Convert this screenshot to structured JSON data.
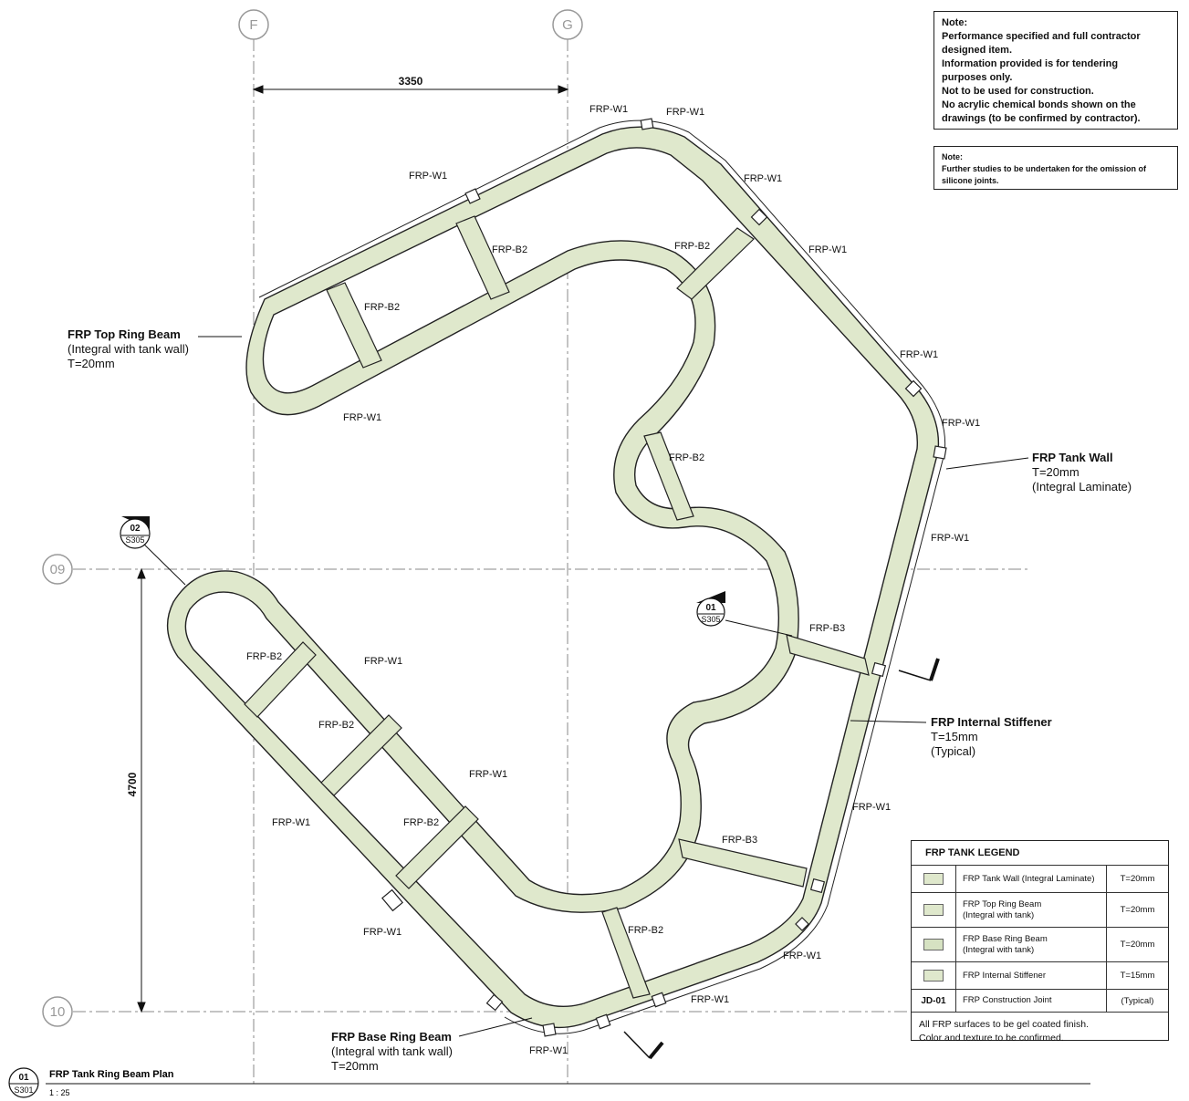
{
  "grid": {
    "col_f": "F",
    "col_g": "G",
    "row_09": "09",
    "row_10": "10"
  },
  "dimensions": {
    "horizontal": "3350",
    "vertical": "4700"
  },
  "notes": {
    "note1": [
      "Note:",
      "Performance specified and full contractor",
      "designed item.",
      "Information provided is for tendering",
      "purposes only.",
      "Not to be used for construction.",
      "No acrylic chemical bonds shown on the",
      "drawings (to be confirmed by contractor)."
    ],
    "note2": [
      "Note:",
      "Further studies to be undertaken for the omission of",
      "silicone joints."
    ]
  },
  "callouts": {
    "top_ring_beam": {
      "title": "FRP Top Ring Beam",
      "sub": "(Integral with tank wall)",
      "t": "T=20mm"
    },
    "tank_wall": {
      "title": "FRP Tank Wall",
      "sub": "T=20mm",
      "t": "(Integral Laminate)"
    },
    "internal_stiffener": {
      "title": "FRP Internal Stiffener",
      "sub": "T=15mm",
      "t": "(Typical)"
    },
    "base_ring_beam": {
      "title": "FRP Base Ring Beam",
      "sub": "(Integral with tank wall)",
      "t": "T=20mm"
    }
  },
  "section_tags": {
    "tag_02": {
      "num": "02",
      "ref": "S305"
    },
    "tag_01": {
      "num": "01",
      "ref": "S305"
    }
  },
  "member_labels": {
    "w1": "FRP-W1",
    "b2": "FRP-B2",
    "b3": "FRP-B3"
  },
  "legend": {
    "title": "FRP TANK LEGEND",
    "rows": [
      {
        "code": "",
        "desc": "FRP Tank Wall (Integral Laminate)",
        "desc2": "",
        "t": "T=20mm",
        "swatch": "#dfe8cc"
      },
      {
        "code": "",
        "desc": "FRP Top Ring Beam",
        "desc2": "(Integral with tank)",
        "t": "T=20mm",
        "swatch": "#dfe8cc"
      },
      {
        "code": "",
        "desc": "FRP Base Ring Beam",
        "desc2": "(Integral with tank)",
        "t": "T=20mm",
        "swatch": "#d6e2c2"
      },
      {
        "code": "",
        "desc": "FRP Internal Stiffener",
        "desc2": "",
        "t": "T=15mm",
        "swatch": "#dfe8cc"
      },
      {
        "code": "JD-01",
        "desc": "FRP Construction Joint",
        "desc2": "",
        "t": "(Typical)",
        "swatch": ""
      }
    ],
    "footer": [
      "All FRP surfaces to be gel coated finish.",
      "Color and texture to be confirmed."
    ]
  },
  "title_block": {
    "tag_num": "01",
    "tag_ref": "S301",
    "title": "FRP Tank Ring Beam Plan",
    "scale": "1 : 25"
  },
  "colors": {
    "beam_fill": "#dfe8cc",
    "line": "#222222",
    "grid": "#888888"
  }
}
